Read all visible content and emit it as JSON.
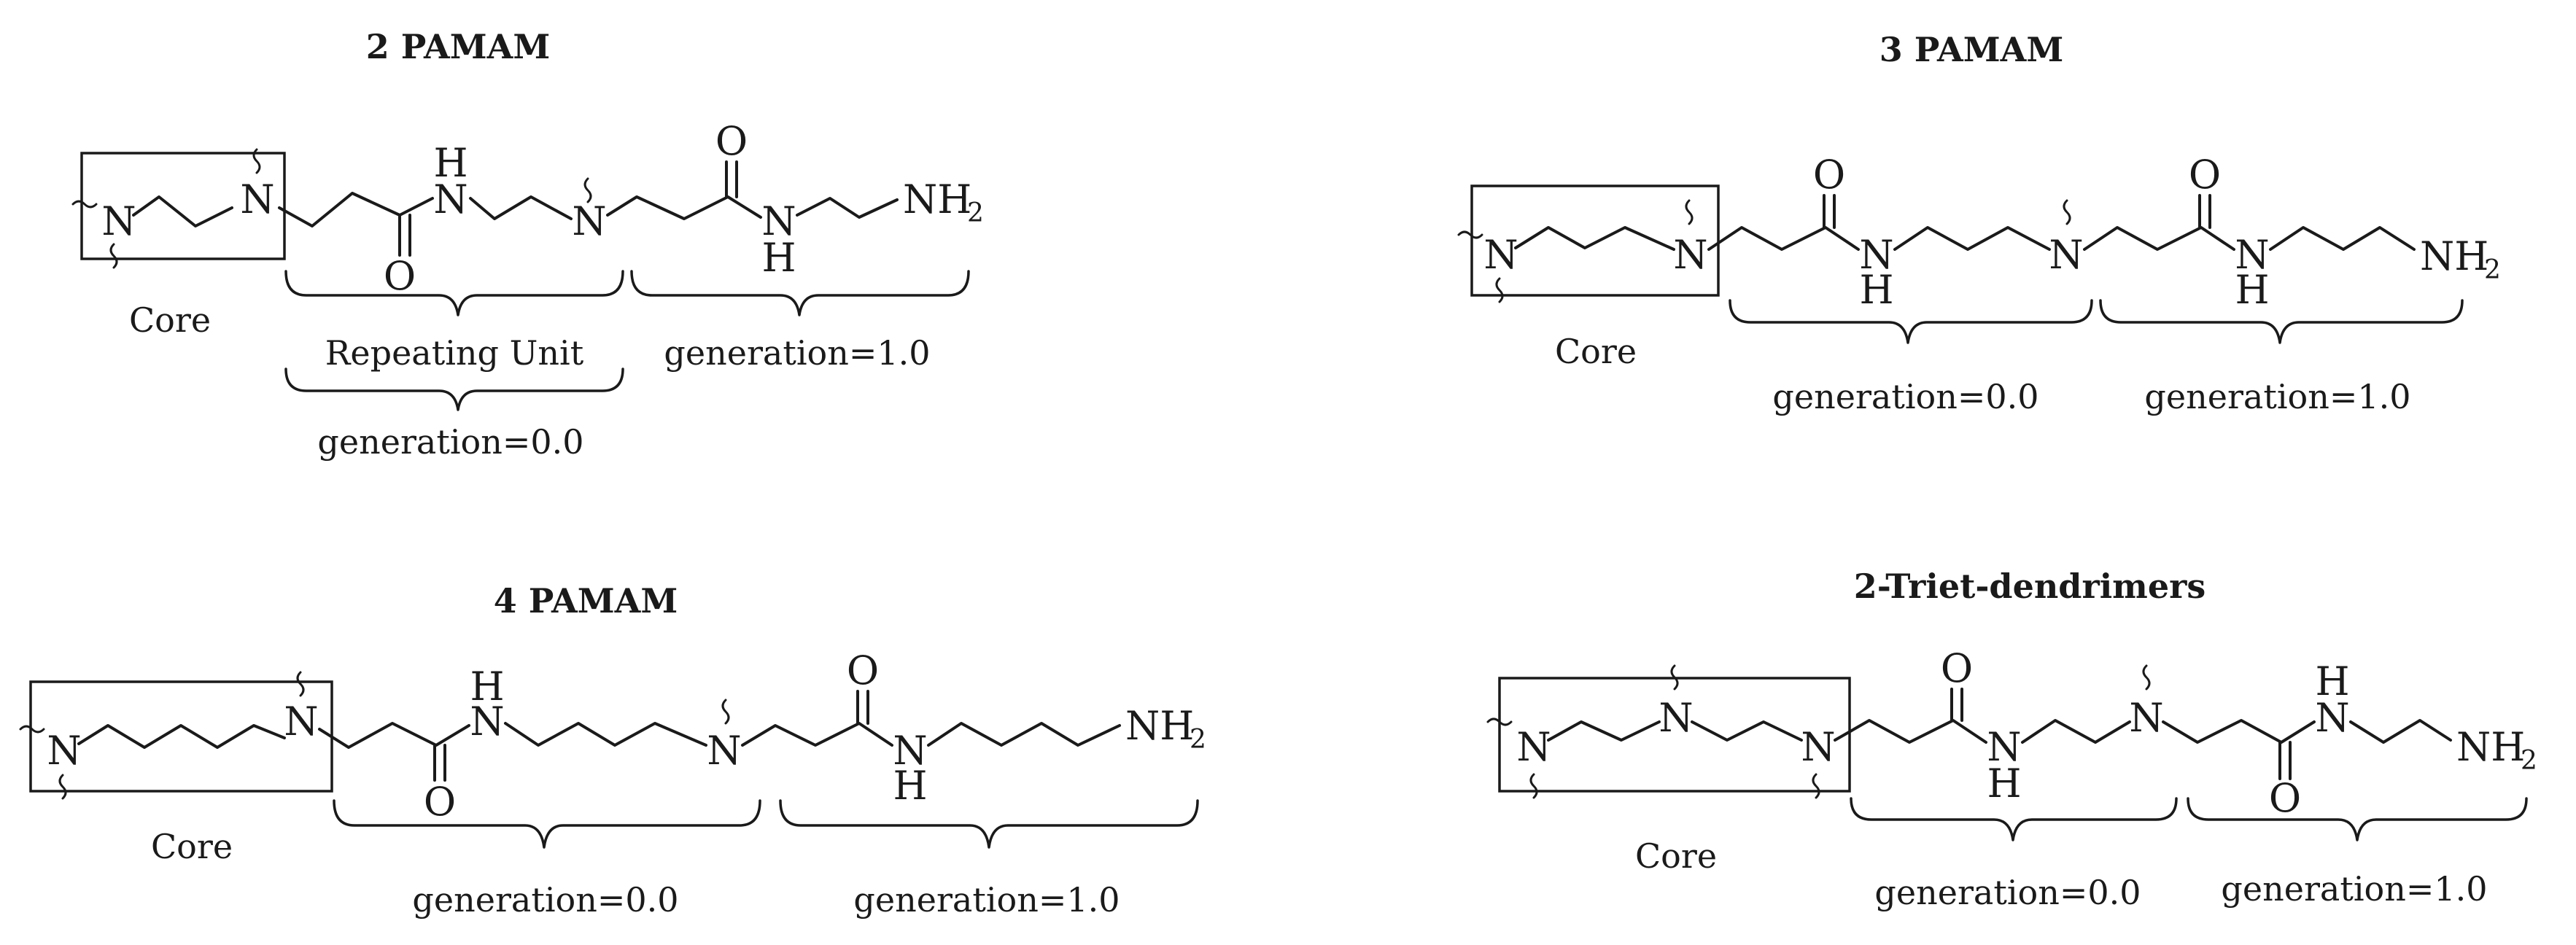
{
  "panels": [
    {
      "title": "2 PAMAM",
      "core_label": "Core",
      "labels": [
        "Repeating Unit",
        "generation=0.0",
        "generation=1.0"
      ],
      "atoms": {
        "N": "N",
        "H": "H",
        "O": "O",
        "NH": "NH",
        "sub2": "2"
      }
    },
    {
      "title": "3 PAMAM",
      "core_label": "Core",
      "labels": [
        "generation=0.0",
        "generation=1.0"
      ],
      "atoms": {
        "N": "N",
        "H": "H",
        "O": "O",
        "NH": "NH",
        "sub2": "2"
      }
    },
    {
      "title": "4 PAMAM",
      "core_label": "Core",
      "labels": [
        "generation=0.0",
        "generation=1.0"
      ],
      "atoms": {
        "N": "N",
        "H": "H",
        "O": "O",
        "NH": "NH",
        "sub2": "2"
      }
    },
    {
      "title": "2-Triet-dendrimers",
      "core_label": "Core",
      "labels": [
        "generation=0.0",
        "generation=1.0"
      ],
      "atoms": {
        "N": "N",
        "H": "H",
        "O": "O",
        "NH": "NH",
        "sub2": "2"
      }
    }
  ]
}
